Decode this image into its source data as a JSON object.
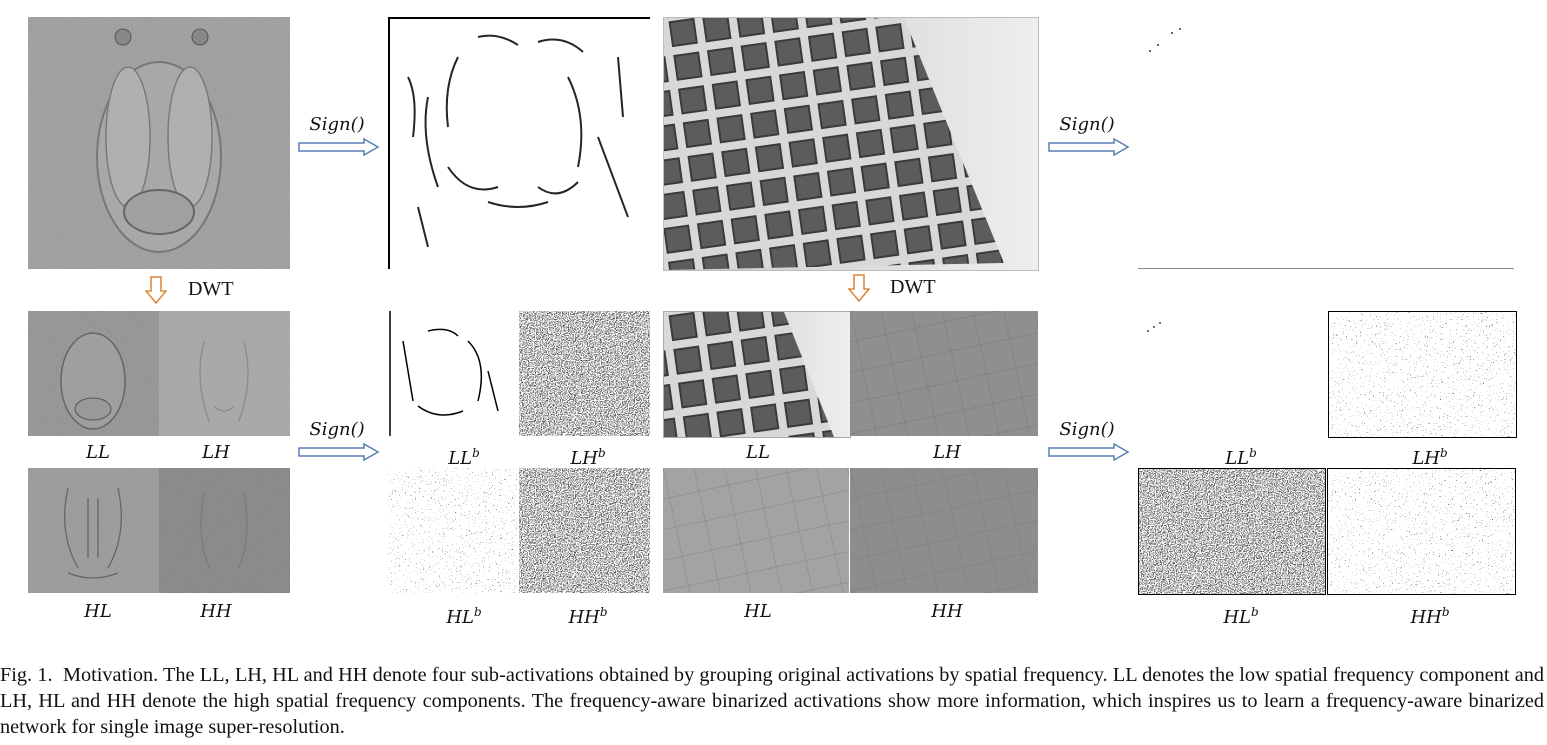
{
  "arrows": {
    "sign_label": "Sign()",
    "dwt_label": "DWT"
  },
  "labels": {
    "ll": "LL",
    "lh": "LH",
    "hl": "HL",
    "hh": "HH",
    "sup_b": "b"
  },
  "caption": {
    "prefix": "Fig. 1.",
    "text": "Motivation. The LL, LH, HL and HH denote four sub-activations obtained by grouping original activations by spatial frequency. LL denotes the low spatial frequency component and LH, HL and HH denote the high spatial frequency components. The frequency-aware binarized activations show more information, which inspires us to learn a frequency-aware binarized network for single image super-resolution."
  },
  "colors": {
    "sign_arrow": "#5a7fb5",
    "dwt_arrow": "#d9863a"
  }
}
